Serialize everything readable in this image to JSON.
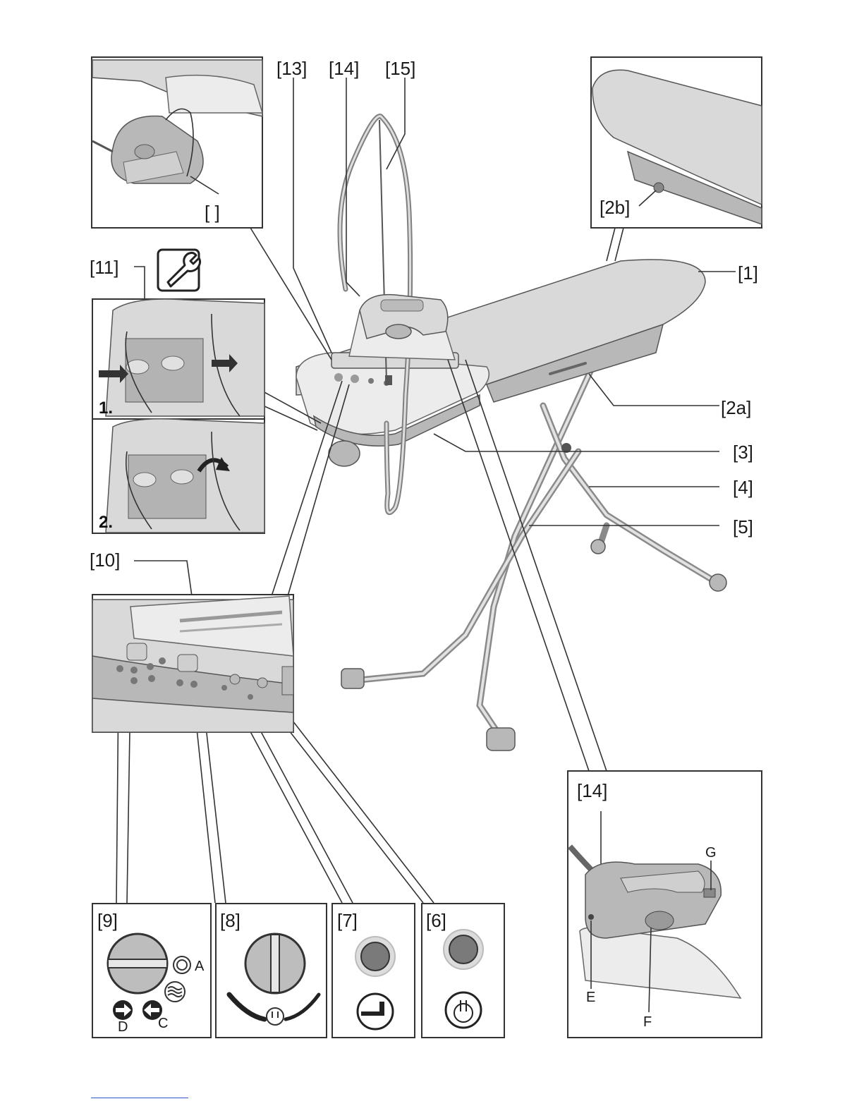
{
  "callouts": {
    "c1": "[1]",
    "c2a": "[2a]",
    "c2b": "[2b]",
    "c3": "[3]",
    "c4": "[4]",
    "c5": "[5]",
    "c6": "[6]",
    "c7": "[7]",
    "c8": "[8]",
    "c9": "[9]",
    "c10": "[10]",
    "c11": "[11]",
    "c13": "[13]",
    "c14": "[14]",
    "c15": "[15]",
    "c14_detail": "[14]",
    "c_empty": "[    ]"
  },
  "steps": {
    "s1": "1.",
    "s2": "2."
  },
  "knob9_letters": {
    "A": "A",
    "C": "C",
    "D": "D"
  },
  "iron_letters": {
    "E": "E",
    "F": "F",
    "G": "G"
  },
  "icons": {
    "tool": "wrench-icon",
    "steam": "steam-waves-icon",
    "arrow_right": "arrow-right-circle-icon",
    "arrow_left": "arrow-left-circle-icon",
    "power": "power-icon",
    "iron": "iron-icon",
    "lamp": "indicator-lamp-icon"
  }
}
